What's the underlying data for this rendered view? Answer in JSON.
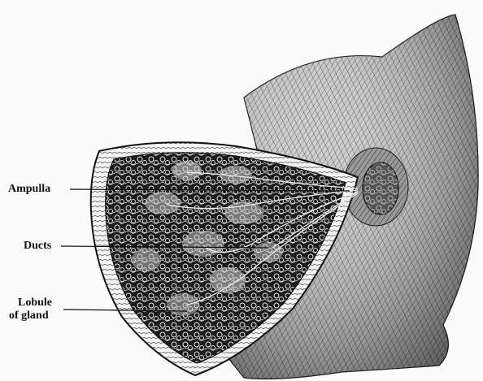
{
  "figure": {
    "labels": {
      "ampulla": "Ampulla",
      "ducts": "Ducts",
      "lobule_line1": "Lobule",
      "lobule_line2": "of gland"
    },
    "colors": {
      "ink": "#111111",
      "paper": "#fbfbfb"
    }
  }
}
